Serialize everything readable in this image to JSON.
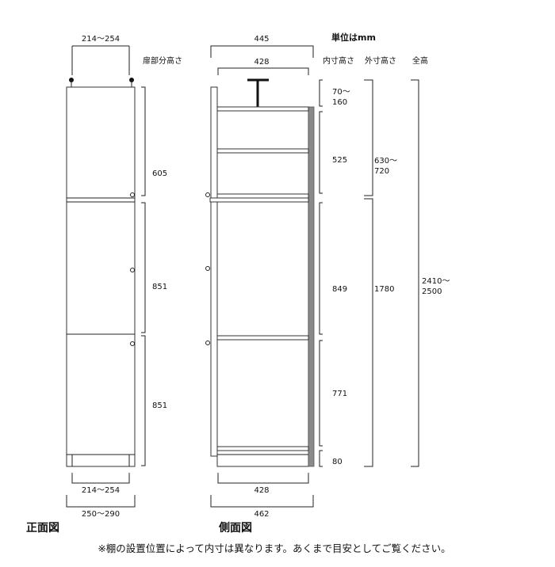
{
  "unit_label": "単位はmm",
  "headers": {
    "door_height": "扉部分高さ",
    "inner_height": "内寸高さ",
    "outer_height": "外寸高さ",
    "total_height": "全高"
  },
  "front": {
    "view_label": "正面図",
    "top_width": "214〜254",
    "door_heights": [
      "605",
      "851",
      "851"
    ],
    "bottom_inner_width": "214〜254",
    "bottom_outer_width": "250〜290"
  },
  "side": {
    "view_label": "側面図",
    "top_width": "445",
    "inner_width": "428",
    "inner_heights": [
      "70〜\n160",
      "525",
      "849",
      "771",
      "80"
    ],
    "outer_heights": [
      "630〜\n720",
      "1780"
    ],
    "total_height": "2410〜\n2500",
    "bottom_inner_width": "428",
    "bottom_outer_width": "462"
  },
  "note": "※棚の設置位置によって内寸は異なります。あくまで目安としてご覧ください。"
}
